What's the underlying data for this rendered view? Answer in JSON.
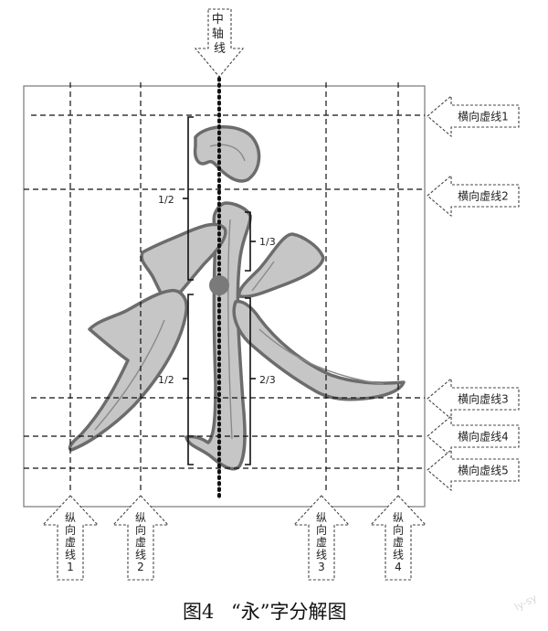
{
  "axis_label": "中轴线",
  "horizontal_lines": [
    {
      "label": "横向虚线1"
    },
    {
      "label": "横向虚线2"
    },
    {
      "label": "横向虚线3"
    },
    {
      "label": "横向虚线4"
    },
    {
      "label": "横向虚线5"
    }
  ],
  "vertical_lines": [
    {
      "label": "纵向虚线1"
    },
    {
      "label": "纵向虚线2"
    },
    {
      "label": "纵向虚线3"
    },
    {
      "label": "纵向虚线4"
    }
  ],
  "ratio_labels": {
    "upper_left": "1/2",
    "lower_left": "1/2",
    "upper_right": "1/3",
    "lower_right": "2/3"
  },
  "caption": {
    "figure_no": "图4",
    "text": "“永”字分解图"
  },
  "watermark": "ly-sy",
  "colors": {
    "stroke_fill": "#c4c4c4",
    "stroke_outline": "#6f6f6f",
    "grid_line": "#111111",
    "center_dot": "#7a7a7a"
  }
}
